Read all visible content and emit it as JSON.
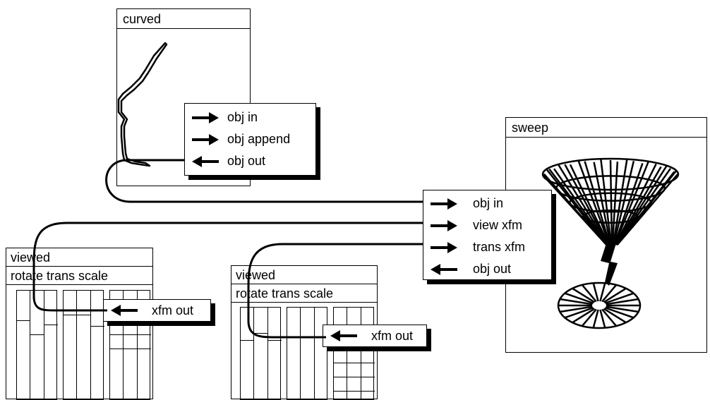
{
  "curved": {
    "title": "curved",
    "menu": [
      {
        "label": "obj in",
        "dir": "right"
      },
      {
        "label": "obj append",
        "dir": "right"
      },
      {
        "label": "obj out",
        "dir": "left"
      }
    ]
  },
  "sweep": {
    "title": "sweep",
    "menu": [
      {
        "label": "obj in",
        "dir": "right"
      },
      {
        "label": "view xfm",
        "dir": "right"
      },
      {
        "label": "trans xfm",
        "dir": "right"
      },
      {
        "label": "obj out",
        "dir": "left"
      }
    ]
  },
  "viewed_left": {
    "title": "viewed",
    "controls_label": "rotate trans scale",
    "out_label": "xfm out"
  },
  "viewed_right": {
    "title": "viewed",
    "controls_label": "rotate trans scale",
    "out_label": "xfm out"
  }
}
